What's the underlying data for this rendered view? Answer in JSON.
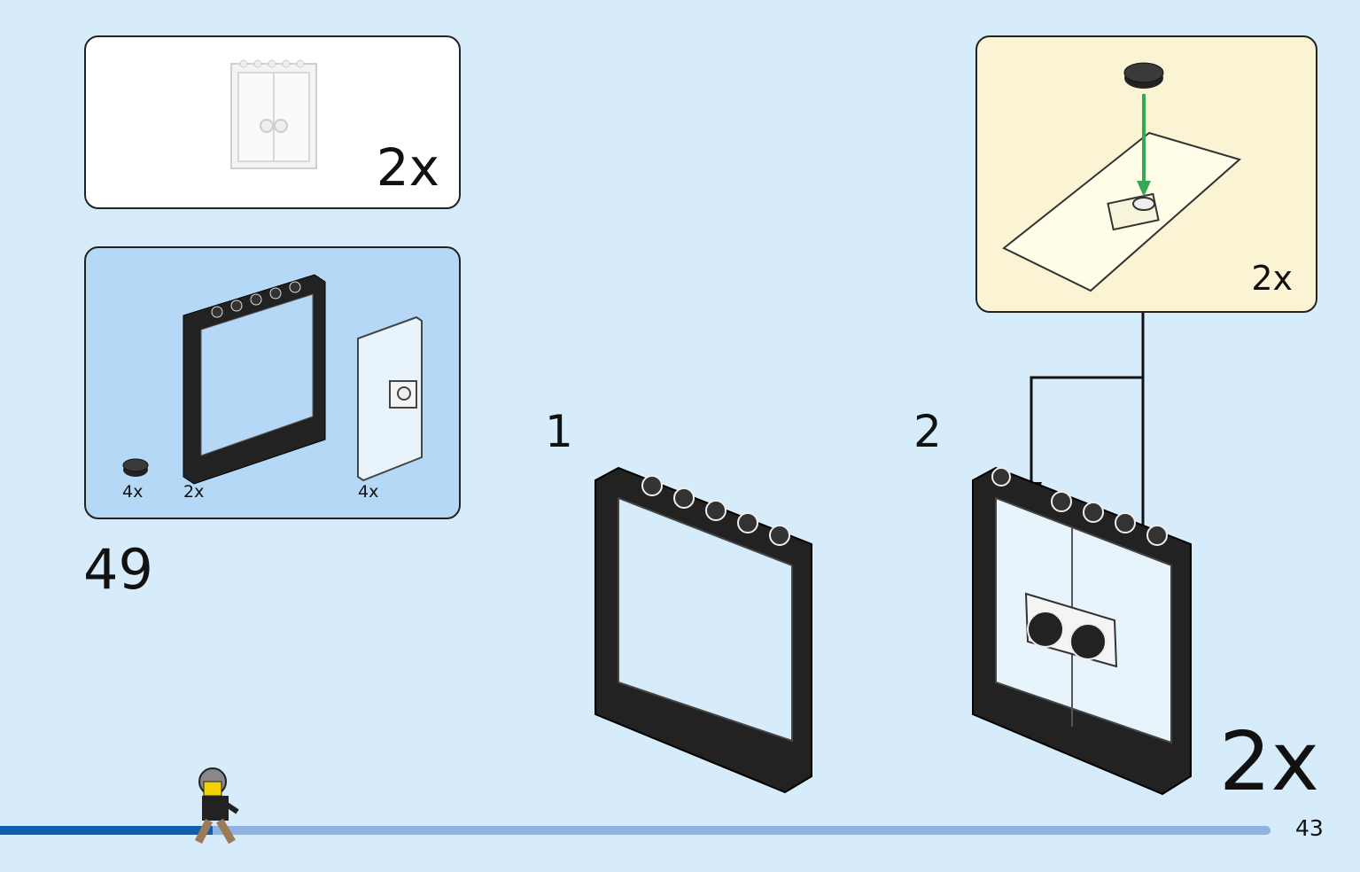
{
  "result_box": {
    "count": "2x"
  },
  "parts_box": {
    "items": [
      {
        "qty": "4x",
        "part": "round-tile-icon"
      },
      {
        "qty": "2x",
        "part": "frame-icon"
      },
      {
        "qty": "4x",
        "part": "door-panel-icon"
      }
    ]
  },
  "step_number": "49",
  "substeps": [
    {
      "number": "1"
    },
    {
      "number": "2"
    }
  ],
  "sub_assembly": {
    "count": "2x"
  },
  "build_count": "2x",
  "page_number": "43",
  "colors": {
    "background": "#d6ecfa",
    "parts_panel": "#b4d8f6",
    "subassembly_panel": "#fbf4d4",
    "progress_done": "#0f5fb0",
    "progress_remaining": "#8fb2e2",
    "arrow": "#36a853"
  }
}
